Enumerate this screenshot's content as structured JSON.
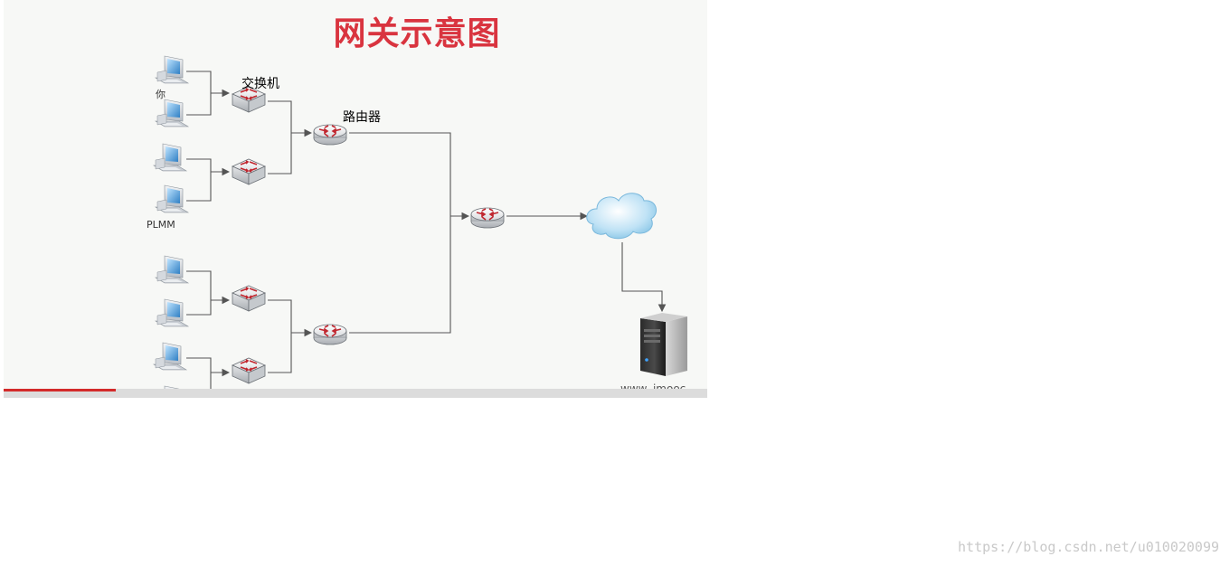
{
  "slide": {
    "title": "网关示意图",
    "labels": {
      "switch": "交换机",
      "router": "路由器",
      "you": "你",
      "plmm": "PLMM"
    },
    "watermark": "www. imooc. com",
    "progress": 0.16,
    "progress_color": "#d32a2a",
    "title_color": "#d9343f"
  },
  "page_watermark": "https://blog.csdn.net/u010020099",
  "icons": [
    "computer-icon",
    "switch-icon",
    "router-icon",
    "cloud-icon",
    "server-icon"
  ]
}
